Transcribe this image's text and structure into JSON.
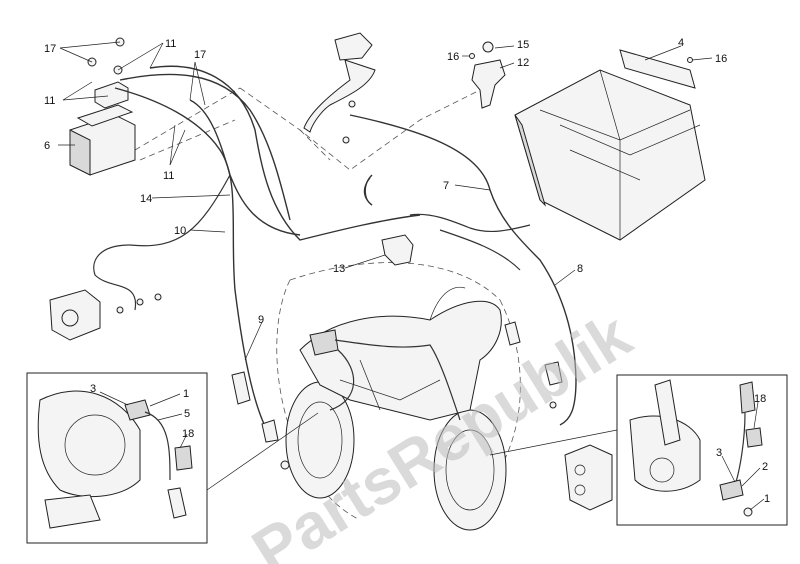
{
  "watermark": "PartsRepublik",
  "callouts": {
    "c1a": "1",
    "c1b": "1",
    "c2": "2",
    "c3a": "3",
    "c3b": "3",
    "c4": "4",
    "c5": "5",
    "c6": "6",
    "c7": "7",
    "c8": "8",
    "c9": "9",
    "c10": "10",
    "c11a": "11",
    "c11b": "11",
    "c11c": "11",
    "c12": "12",
    "c13": "13",
    "c14": "14",
    "c15": "15",
    "c16a": "16",
    "c16b": "16",
    "c17a": "17",
    "c17b": "17",
    "c18a": "18",
    "c18b": "18"
  }
}
